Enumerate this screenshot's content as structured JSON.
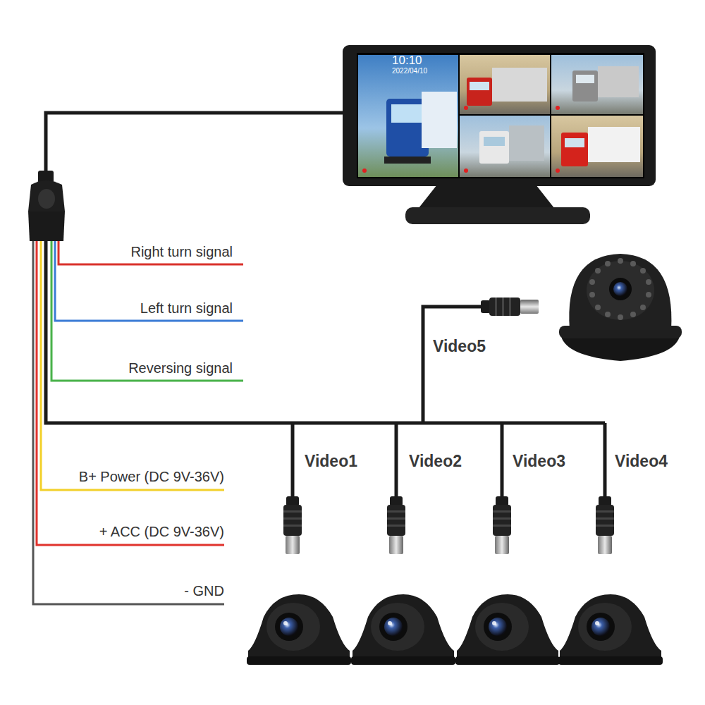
{
  "diagram": {
    "labels": [
      "Right turn signal",
      "Left turn signal",
      "Reversing signal",
      "Video5",
      "Video1",
      "Video2",
      "Video3",
      "Video4",
      "B+ Power (DC 9V-36V)",
      "+ ACC (DC 9V-36V)",
      "- GND",
      "10:10",
      "2022/04/10"
    ]
  }
}
